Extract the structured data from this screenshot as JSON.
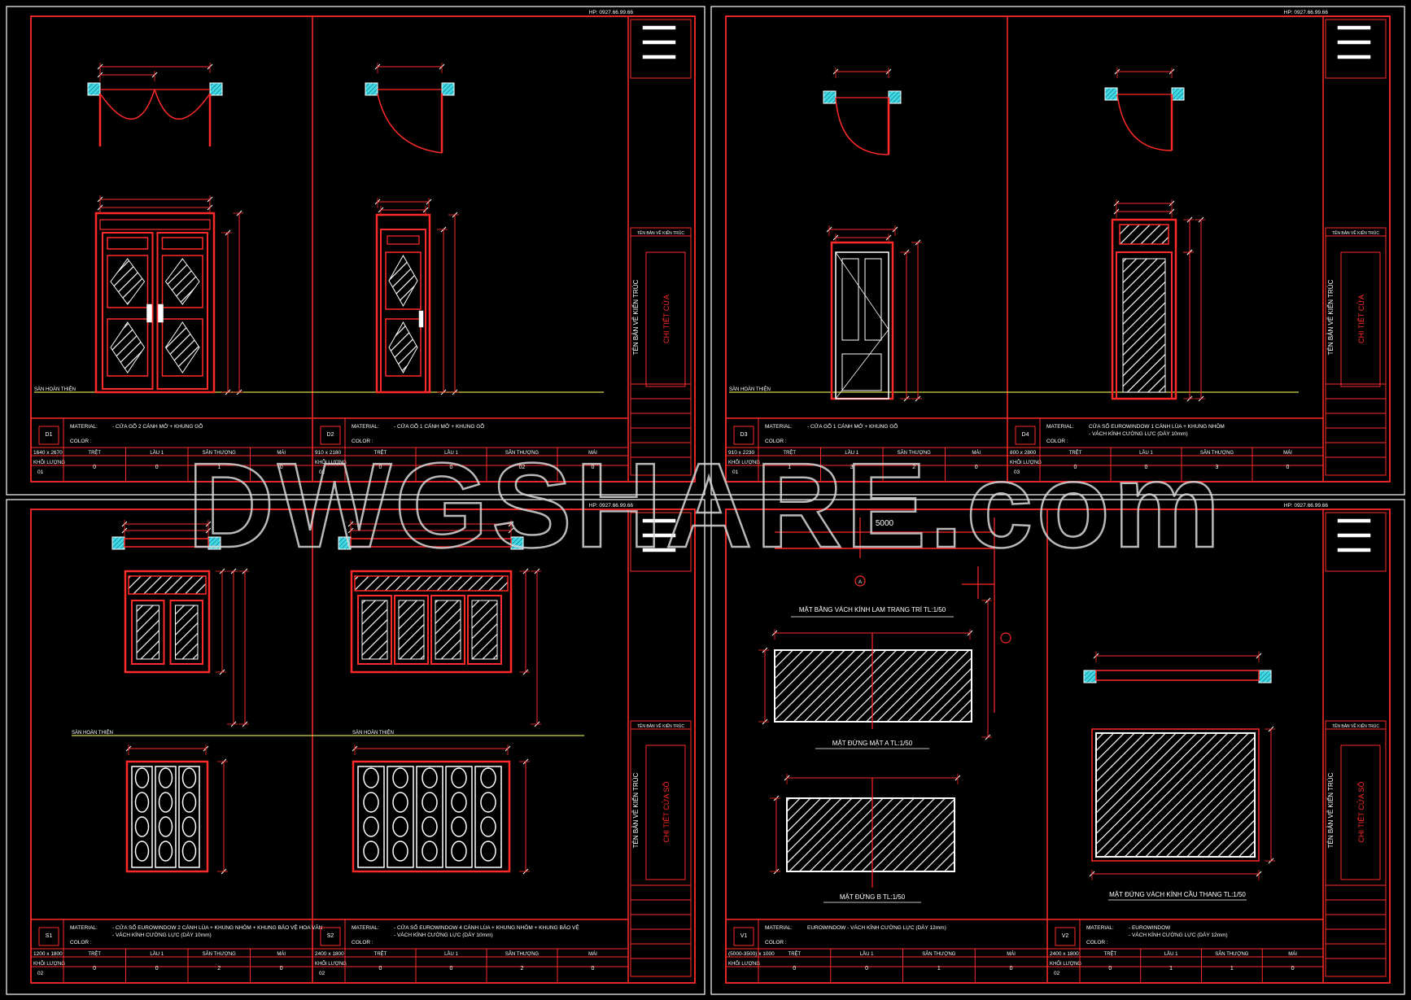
{
  "phone": "HP: 0927.66.99.66",
  "watermark": "DWGSHARE.com",
  "labels": {
    "finished_floor": "SÀN HOÀN THIỆN",
    "material": "MATERIAL:",
    "color": "COLOR :",
    "khoi_luong": "KHỐI LƯỢNG",
    "sheet_name_title": "TÊN BẢN VẼ KIẾN TRÚC"
  },
  "levels": [
    "TRỆT",
    "LẦU 1",
    "SÂN THƯỢNG",
    "MÁI"
  ],
  "sheets": [
    {
      "title": "CHI TIẾT CỬA",
      "panels": [
        {
          "code": "D1",
          "size": "1640 x 2670",
          "material": "- CỬA GỖ 2 CÁNH MỞ + KHUNG GỖ",
          "material2": "",
          "qty": [
            "0",
            "0",
            "1",
            "0"
          ],
          "count": "01"
        },
        {
          "code": "D2",
          "size": "910 x 2180",
          "material": "- CỬA GỖ 1 CÁNH MỞ + KHUNG GỖ",
          "material2": "",
          "qty": [
            "0",
            "0",
            "02",
            "0"
          ],
          "count": "02"
        }
      ]
    },
    {
      "title": "CHI TIẾT CỬA",
      "panels": [
        {
          "code": "D3",
          "size": "910 x 2230",
          "material": "- CỬA GỖ 1 CÁNH MỞ + KHUNG GỖ",
          "material2": "",
          "qty": [
            "1",
            "3",
            "2",
            "0"
          ],
          "count": "01"
        },
        {
          "code": "D4",
          "size": "800 x 2800",
          "material": "CỬA SỔ EUROWINDOW 1 CÁNH LÙA + KHUNG NHÔM",
          "material2": "- VÁCH KÍNH CƯỜNG LỰC (DÀY 10mm)",
          "qty": [
            "0",
            "0",
            "3",
            "0"
          ],
          "count": "03"
        }
      ]
    },
    {
      "title": "CHI TIẾT CỬA SỔ",
      "panels": [
        {
          "code": "S1",
          "size": "1200 x 1800",
          "material": "- CỬA SỔ EUROWINDOW 2 CÁNH LÙA + KHUNG NHÔM + KHUNG BẢO VỆ HOA VĂN",
          "material2": "- VÁCH KÍNH CƯỜNG LỰC (DÀY 10mm)",
          "qty": [
            "0",
            "0",
            "2",
            "0"
          ],
          "count": "02"
        },
        {
          "code": "S2",
          "size": "2400 x 1800",
          "material": "- CỬA SỔ EUROWINDOW 4 CÁNH LÙA + KHUNG NHÔM + KHUNG BẢO VỆ",
          "material2": "- VÁCH KÍNH CƯỜNG LỰC (DÀY 10mm)",
          "qty": [
            "0",
            "0",
            "2",
            "0"
          ],
          "count": "02"
        }
      ]
    },
    {
      "title": "CHI TIẾT CỬA SỔ",
      "panels": [
        {
          "code": "V1",
          "size": "(5000-3500) x 1000",
          "material": "EUROWINDOW - VÁCH KÍNH CƯỜNG LỰC (DÀY 12mm)",
          "material2": "",
          "qty": [
            "0",
            "0",
            "1",
            "0"
          ],
          "count": ""
        },
        {
          "code": "V2",
          "size": "2400 x 1800",
          "material": "- EUROWINDOW",
          "material2": "- VÁCH KÍNH CƯỜNG LỰC (DÀY 12mm)",
          "qty": [
            "0",
            "1",
            "1",
            "0"
          ],
          "count": "02"
        }
      ]
    }
  ],
  "glass": {
    "dim_5000": "5000",
    "plan_title": "MẶT BẰNG VÁCH KÍNH LAM TRANG TRÍ TL:1/50",
    "elev_a": "MẶT ĐỨNG MẶT A TL:1/50",
    "elev_b": "MẶT ĐỨNG B TL:1/50",
    "stair": "MẶT ĐỨNG VÁCH KÍNH CẦU THANG TL:1/50",
    "section_a": "A"
  },
  "colors": {
    "frame": "#ff2a2a",
    "text": "#ffffff",
    "floor": "#d6d64a",
    "cyan": "#3fd9e6",
    "watermark": "#d9d9d9"
  }
}
